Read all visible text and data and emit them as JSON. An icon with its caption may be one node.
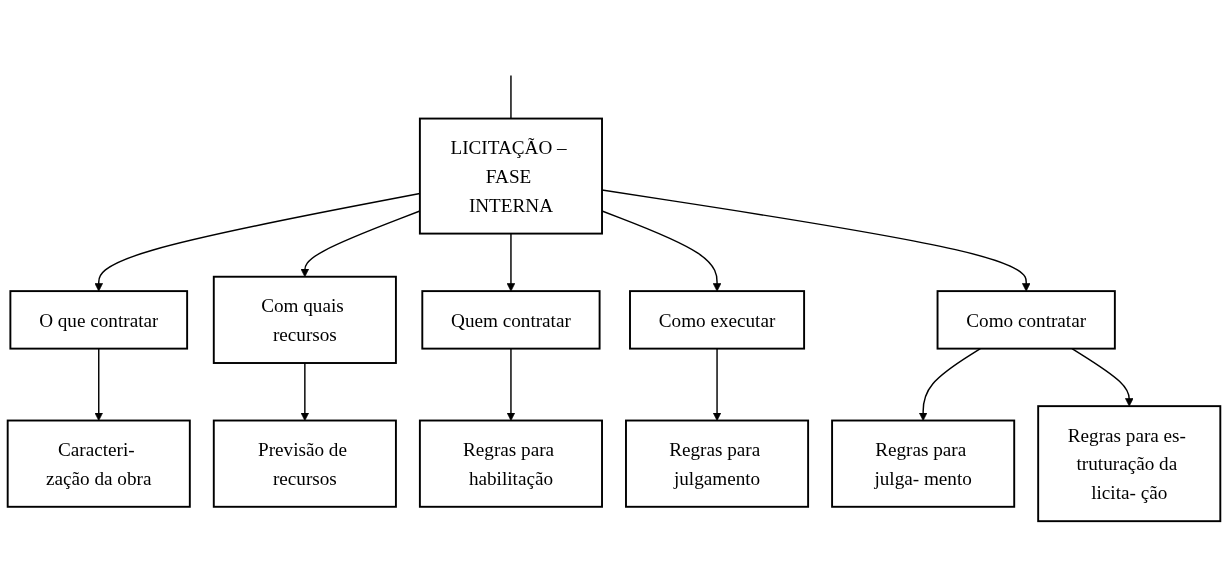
{
  "diagram": {
    "nodes": [
      {
        "text": [
          "LICITAÇÃO – FASE INTERNA"
        ]
      },
      {
        "text": [
          "O que contratar"
        ]
      },
      {
        "text": [
          "Com quais recursos"
        ]
      },
      {
        "text": [
          "Quem contratar"
        ]
      },
      {
        "text": [
          "Como executar"
        ]
      },
      {
        "text": [
          "Como contratar"
        ]
      },
      {
        "text": [
          "Caracteri- zação da obra"
        ]
      },
      {
        "text": [
          "Previsão de recursos"
        ]
      },
      {
        "text": [
          "Regras para habilitação"
        ]
      },
      {
        "text": [
          "Regras para julgamento"
        ]
      },
      {
        "text": [
          "Regras para julga- mento"
        ]
      },
      {
        "text": [
          "Regras para es- truturação da licita- ção"
        ]
      }
    ],
    "edges": [
      {
        "from": null,
        "to": 0,
        "arrow": "none"
      },
      {
        "from": 0,
        "to": 1,
        "arrow": "to"
      },
      {
        "from": 0,
        "to": 2,
        "arrow": "to"
      },
      {
        "from": 0,
        "to": 3,
        "arrow": "to"
      },
      {
        "from": 0,
        "to": 4,
        "arrow": "to"
      },
      {
        "from": 0,
        "to": 5,
        "arrow": "to"
      },
      {
        "from": 1,
        "to": 6,
        "arrow": "to"
      },
      {
        "from": 2,
        "to": 7,
        "arrow": "to"
      },
      {
        "from": 3,
        "to": 8,
        "arrow": "to"
      },
      {
        "from": 4,
        "to": 9,
        "arrow": "to"
      },
      {
        "from": 5,
        "to": 10,
        "arrow": "to"
      },
      {
        "from": 5,
        "to": 11,
        "arrow": "to"
      }
    ]
  }
}
